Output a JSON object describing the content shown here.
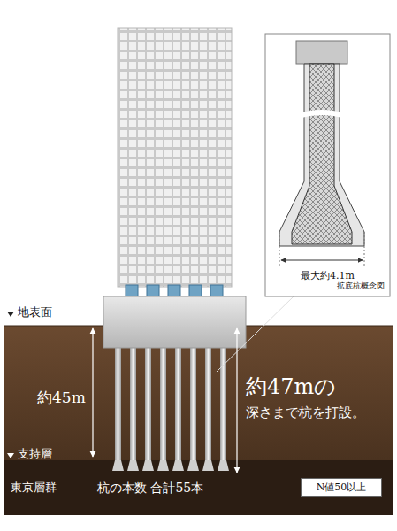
{
  "diagram": {
    "nodes": [
      {
        "text": [
          "最大約4.1m",
          "拡底杭概念図"
        ]
      },
      {
        "text": [
          "N値50以上"
        ]
      }
    ],
    "labels": [
      "地表面",
      "約45m",
      "約47mの",
      "深さまで杭を打設。",
      "支持層",
      "東京層群",
      "杭の本数 合計55本"
    ]
  }
}
